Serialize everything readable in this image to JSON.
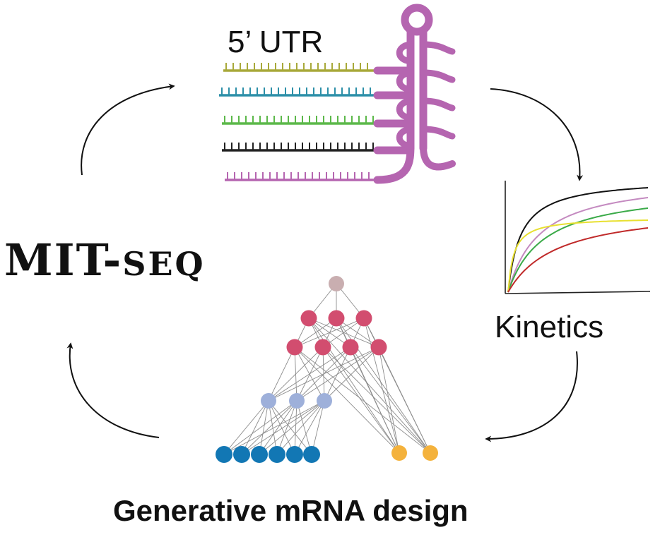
{
  "labels": {
    "utr": "5’ UTR",
    "kinetics": "Kinetics",
    "title_main": "MIT-",
    "title_small": "SEQ",
    "caption": "Generative mRNA design"
  },
  "colors": {
    "hairpin": "#b565b0",
    "strands": [
      "#a8a93a",
      "#2c8fa8",
      "#5cb84a",
      "#222222",
      "#b565b0"
    ],
    "curves": [
      "#111111",
      "#c48ac0",
      "#3aaa48",
      "#e8e030",
      "#c02a2a"
    ],
    "node_top": "#c9aeb0",
    "node_red": "#d24d6f",
    "node_lavender": "#9eb0da",
    "node_blue": "#1277b4",
    "node_orange": "#f4b23c",
    "edge": "#8c8c8c",
    "arrow": "#111111"
  },
  "network": {
    "layer_sizes": [
      1,
      3,
      4,
      3,
      6,
      2
    ]
  }
}
